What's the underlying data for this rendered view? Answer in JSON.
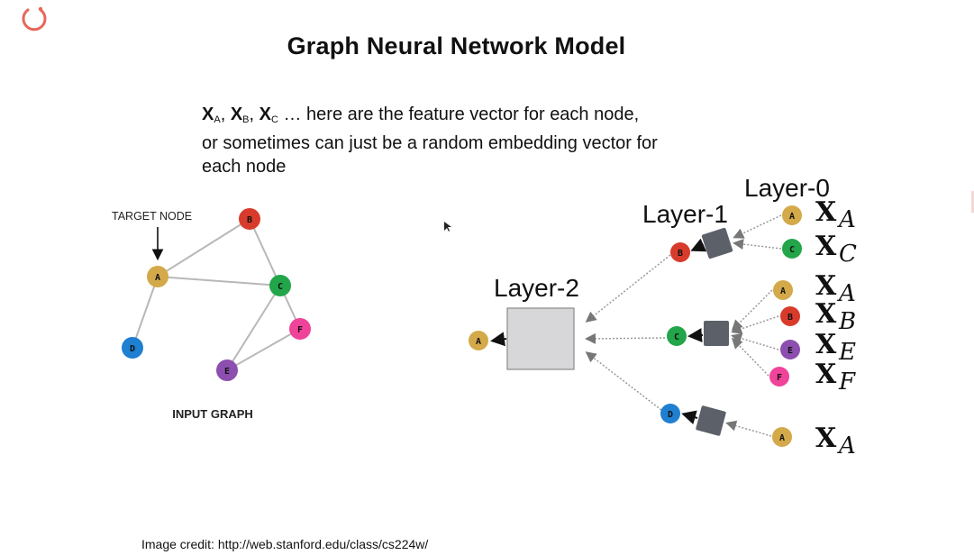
{
  "title": "Graph Neural Network Model",
  "description": {
    "x_a": "X",
    "x_a_sub": "A",
    "x_b": "X",
    "x_b_sub": "B",
    "x_c": "X",
    "x_c_sub": "C",
    "line1_rest": " … here are the feature vector for each node,",
    "line2": "or sometimes can just be a random embedding vector for",
    "line3": "each node"
  },
  "input_graph": {
    "target_label": "TARGET NODE",
    "caption": "INPUT GRAPH",
    "nodes": {
      "A": "A",
      "B": "B",
      "C": "C",
      "D": "D",
      "E": "E",
      "F": "F"
    }
  },
  "computation_graph": {
    "layer0": "Layer-0",
    "layer1": "Layer-1",
    "layer2": "Layer-2",
    "feature_symbol": "X",
    "features": [
      "A",
      "C",
      "A",
      "B",
      "E",
      "F",
      "A"
    ]
  },
  "credit": "Image credit: http://web.stanford.edu/class/cs224w/",
  "colors": {
    "A": "#d4a94a",
    "B": "#d83b2c",
    "C": "#23a54a",
    "D": "#1f7fd1",
    "E": "#8c4fb0",
    "F": "#f0439a",
    "logo": "#e8675a"
  }
}
